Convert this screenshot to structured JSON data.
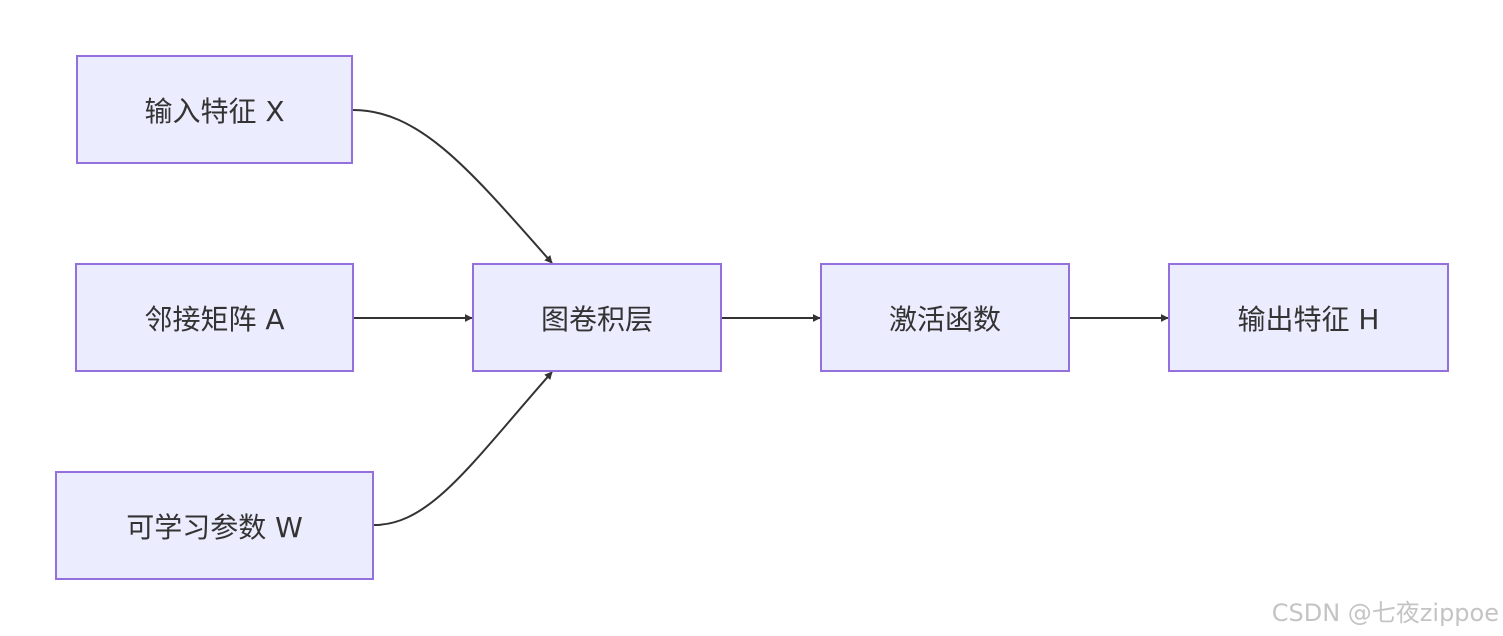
{
  "nodes": {
    "input_x": "输入特征 X",
    "adj_a": "邻接矩阵 A",
    "param_w": "可学习参数 W",
    "gcn": "图卷积层",
    "activation": "激活函数",
    "output_h": "输出特征 H"
  },
  "edges": [
    {
      "from": "input_x",
      "to": "gcn"
    },
    {
      "from": "adj_a",
      "to": "gcn"
    },
    {
      "from": "param_w",
      "to": "gcn"
    },
    {
      "from": "gcn",
      "to": "activation"
    },
    {
      "from": "activation",
      "to": "output_h"
    }
  ],
  "colors": {
    "node_fill": "#ececff",
    "node_border": "#9370db",
    "text": "#333333",
    "edge": "#333333",
    "watermark": "#c4c4c4"
  },
  "watermark": "CSDN @七夜zippoe"
}
